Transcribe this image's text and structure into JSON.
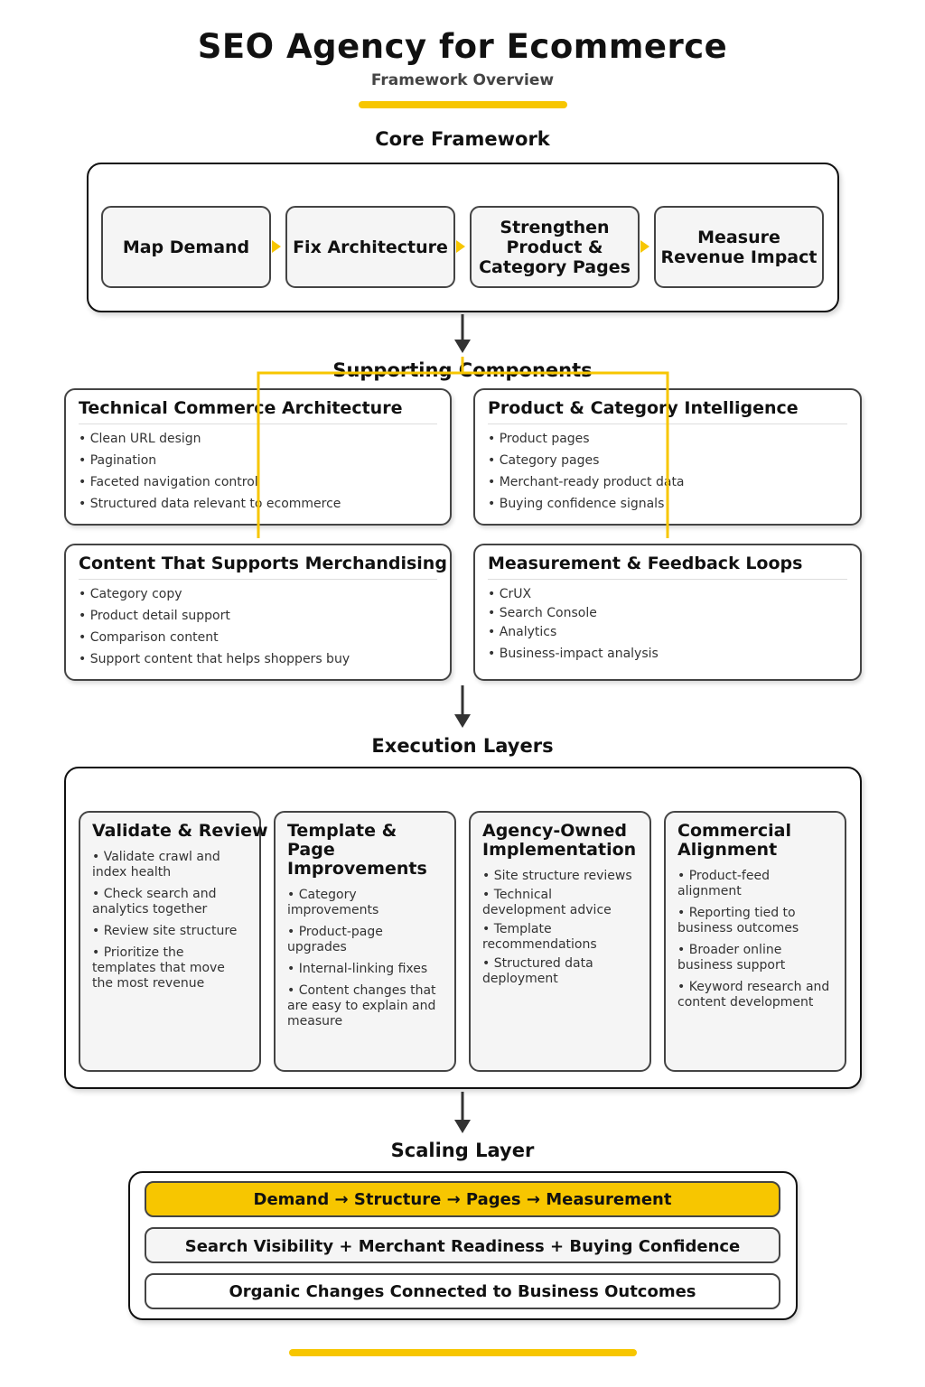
{
  "header": {
    "title": "SEO Agency for Ecommerce",
    "subtitle": "Framework Overview"
  },
  "core_framework": {
    "heading": "Core Framework",
    "steps": [
      "Map Demand",
      "Fix Architecture",
      "Strengthen Product & Category Pages",
      "Measure Revenue Impact"
    ]
  },
  "supporting_components": {
    "heading": "Supporting Components",
    "cards": [
      {
        "title": "Technical Commerce Architecture",
        "items": [
          "• Clean URL design",
          "• Pagination",
          "• Faceted navigation control",
          "• Structured data relevant to ecommerce"
        ]
      },
      {
        "title": "Product & Category Intelligence",
        "items": [
          "• Product pages",
          "• Category pages",
          "• Merchant-ready product data",
          "• Buying confidence signals"
        ]
      },
      {
        "title": "Content That Supports Merchandising",
        "items": [
          "• Category copy",
          "• Product detail support",
          "• Comparison content",
          "• Support content that helps shoppers buy"
        ]
      },
      {
        "title": "Measurement & Feedback Loops",
        "items": [
          "• CrUX",
          "• Search Console",
          "• Analytics",
          "• Business-impact analysis"
        ]
      }
    ]
  },
  "execution_layers": {
    "heading": "Execution Layers",
    "columns": [
      {
        "title": "Validate & Review",
        "items": [
          "• Validate crawl and index health",
          "• Check search and analytics together",
          "• Review site structure",
          "• Prioritize the templates that move the most revenue"
        ]
      },
      {
        "title": "Template & Page Improvements",
        "items": [
          "• Category improvements",
          "• Product-page upgrades",
          "• Internal-linking fixes",
          "• Content changes that are easy to explain and measure"
        ]
      },
      {
        "title": "Agency-Owned Implementation",
        "items": [
          "• Site structure reviews",
          "• Technical development advice",
          "• Template recommendations",
          "• Structured data deployment"
        ]
      },
      {
        "title": "Commercial Alignment",
        "items": [
          "• Product-feed alignment",
          "• Reporting tied to business outcomes",
          "• Broader online business support",
          "• Keyword research and content development"
        ]
      }
    ]
  },
  "scaling_layer": {
    "heading": "Scaling Layer",
    "rows": [
      "Demand → Structure → Pages → Measurement",
      "Search Visibility + Merchant Readiness + Buying Confidence",
      "Organic Changes Connected to Business Outcomes"
    ]
  },
  "colors": {
    "accent": "#f7c600",
    "border": "#444444",
    "text": "#111111",
    "box_fill": "#f5f5f5"
  }
}
